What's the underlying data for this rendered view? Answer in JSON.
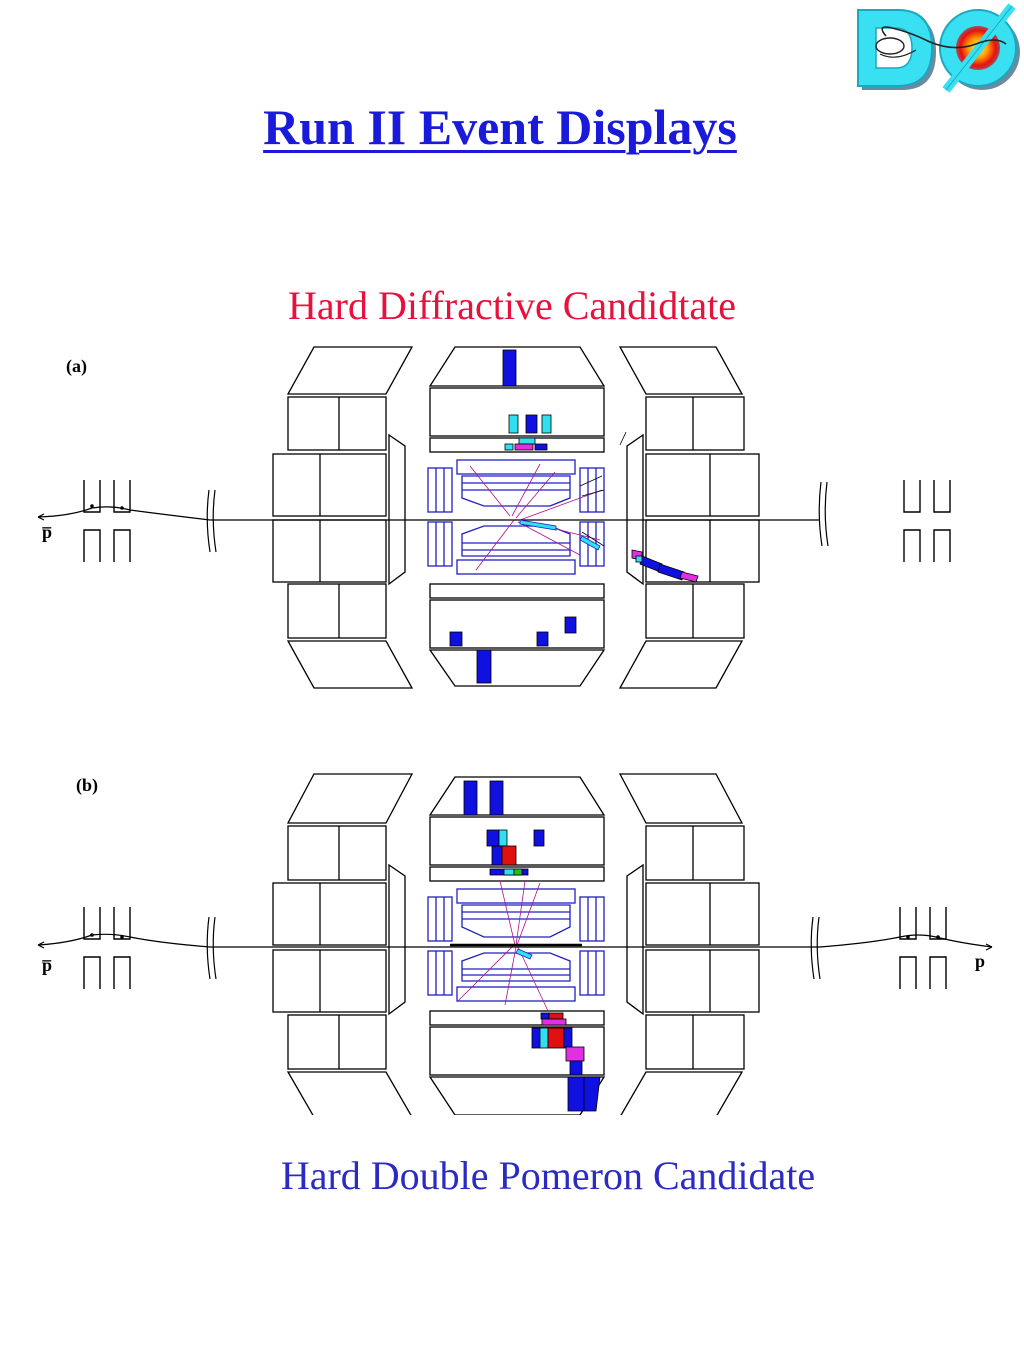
{
  "page": {
    "title": "Run II Event Displays",
    "logo_text": "DØ"
  },
  "displays": [
    {
      "label": "(a)",
      "caption": "Hard Diffractive Candidtate",
      "left_beam_label": "p̅",
      "right_beam_label": ""
    },
    {
      "label": "(b)",
      "caption": "Hard Double Pomeron Candidate",
      "left_beam_label": "p̅",
      "right_beam_label": "p"
    }
  ],
  "colors": {
    "title": "#1a1adb",
    "caption_a": "#e8103c",
    "caption_b": "#2b2bc4",
    "tower_blue": "#1010e0",
    "tower_cyan": "#30e0f0",
    "tower_red": "#e01010",
    "tower_magenta": "#e030e0",
    "detector_outline": "#000000",
    "tracker_outline": "#2020c0"
  }
}
